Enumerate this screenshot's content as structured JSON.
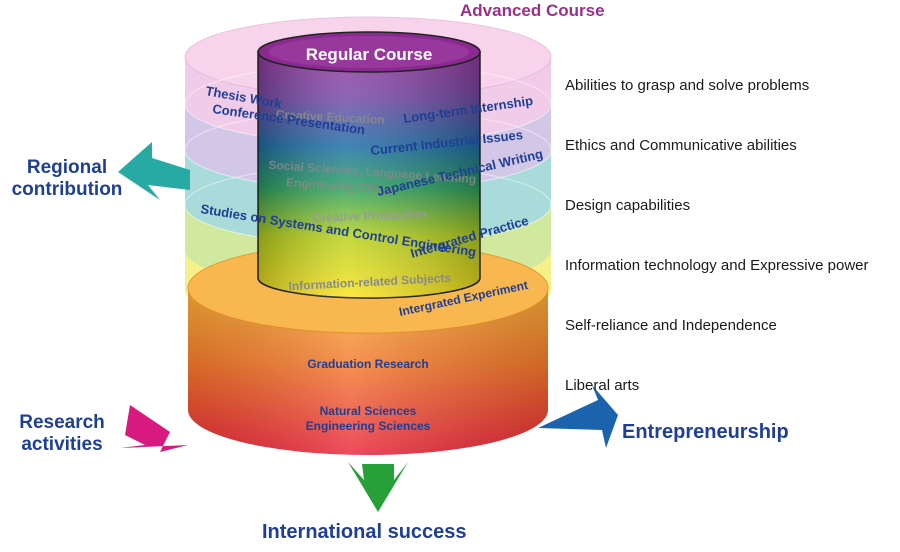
{
  "titles": {
    "advanced_course": "Advanced Course",
    "regular_course": "Regular Course"
  },
  "inner_labels": {
    "creative_education": "Creative Education",
    "social_sciences": "Social Sciences, Language Learning",
    "engineering_ethics": "Engineering Ethics",
    "creative_production": "Creative Production",
    "information_subjects": "Information-related Subjects"
  },
  "course_labels": {
    "thesis_work": "Thesis Work",
    "conference_presentation": "Conference Presentation",
    "long_term_internship": "Long-term Internship",
    "current_industrial_issues": "Current Industrial Issues",
    "japanese_technical_writing": "Japanese Technical Writing",
    "studies_systems_control": "Studies on Systems and Control Engineering",
    "integrated_practice": "Intergrated Practice",
    "integrated_experiment": "Intergrated Experiment",
    "graduation_research": "Graduation Research",
    "natural_sciences": "Natural Sciences",
    "engineering_sciences": "Engineering Sciences"
  },
  "abilities": [
    "Abilities to grasp and solve problems",
    "Ethics and Communicative abilities",
    "Design capabilities",
    "Information technology and Expressive power",
    "Self-reliance and Independence",
    "Liberal arts"
  ],
  "outcomes": {
    "regional_line1": "Regional",
    "regional_line2": "contribution",
    "research_line1": "Research",
    "research_line2": "activities",
    "entrepreneurship": "Entrepreneurship",
    "international": "International success"
  },
  "colors": {
    "advanced_title": "#9b2f8e",
    "label_blue": "#1f3f94",
    "label_gray": "#8a8a8a",
    "regional_arrow": "#27a9a4",
    "research_arrow": "#d8197f",
    "entrepreneurship_arrow": "#1b63ad",
    "international_arrow": "#27a03a"
  }
}
